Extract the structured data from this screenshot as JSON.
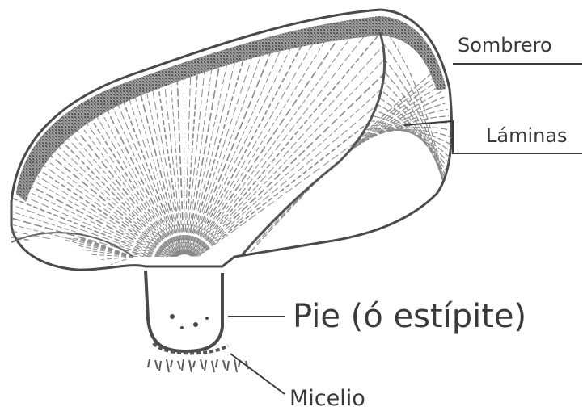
{
  "labels": {
    "sombrero": "Sombrero",
    "laminas": "Láminas",
    "pie": "Pie (ó estípite)",
    "micelio": "Micelio"
  },
  "colors": {
    "ink": "#3a3a3a",
    "cap_shade": "#6e6e6e",
    "gill_line": "#8a8a8a"
  }
}
